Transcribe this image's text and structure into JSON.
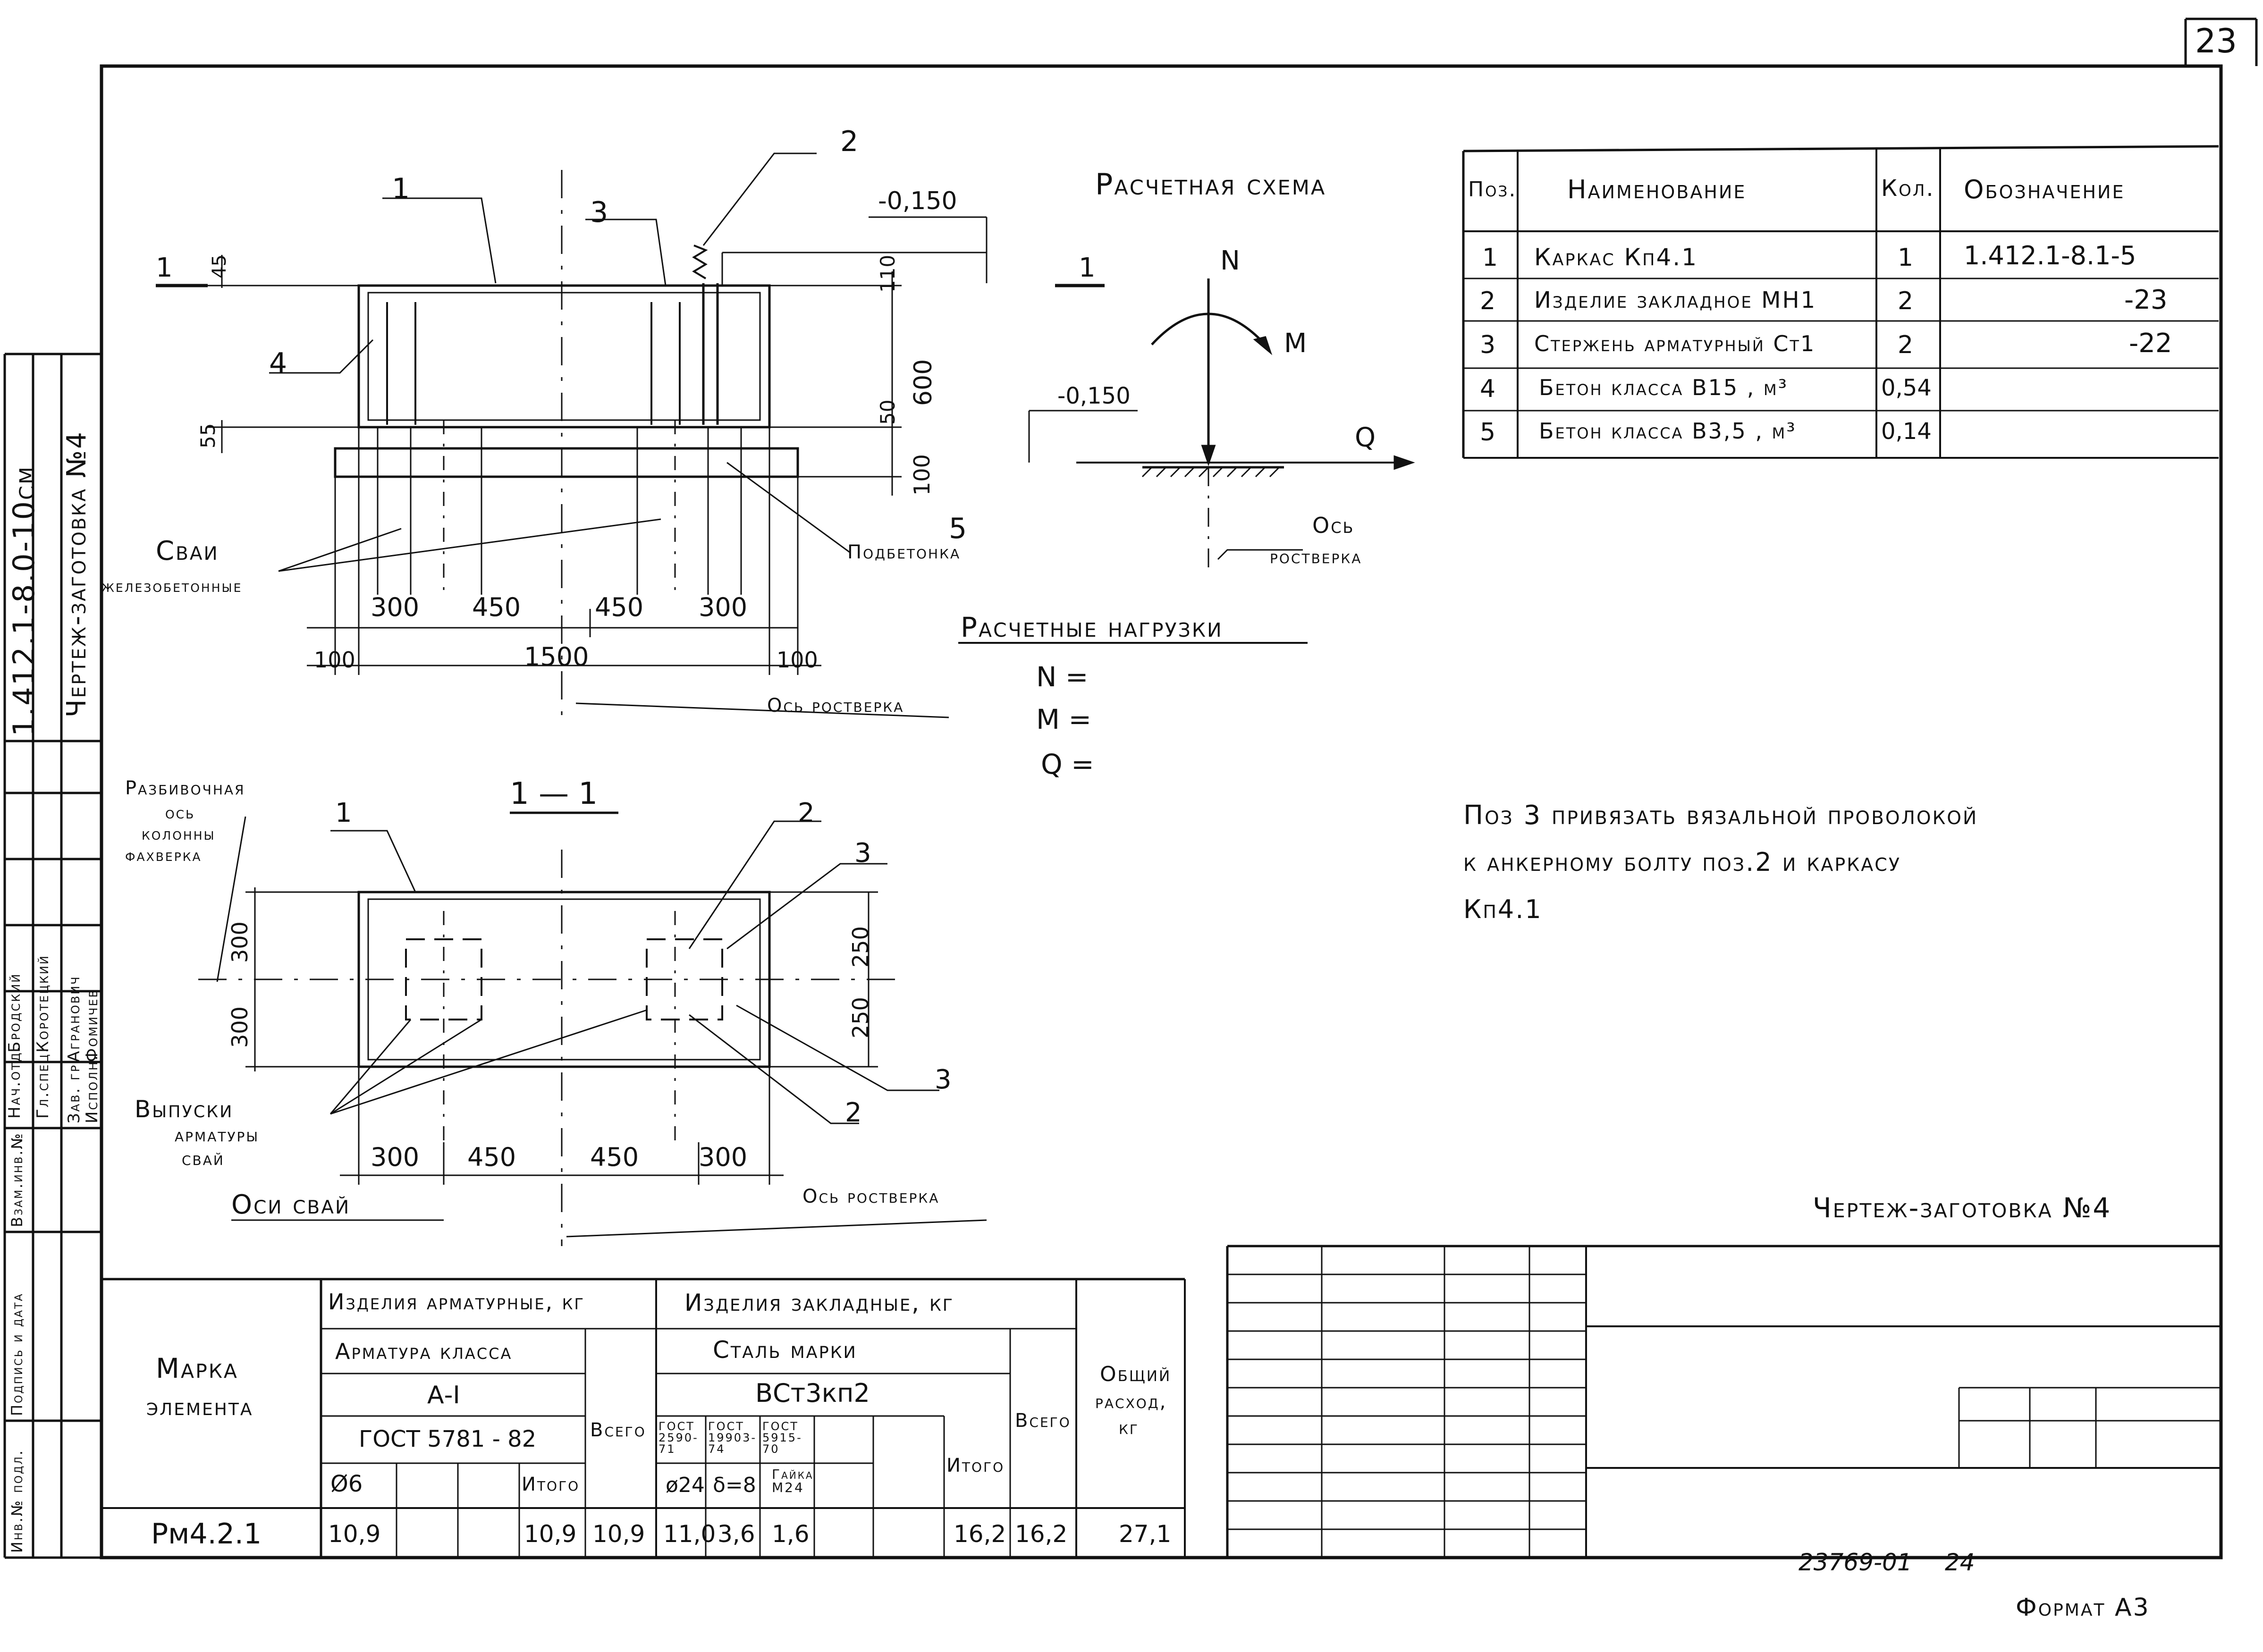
{
  "sheet_number": "23",
  "drawing_code": "1.412.1-8.0-10см",
  "drawing_title": "Чертеж-заготовка №4",
  "drawing_title_bottom": "Чертеж-заготовка №4",
  "inventory_number": "23769-01",
  "inventory_page": "24",
  "format": "Формат А3",
  "stamp_roles": [
    "Нач.отд.",
    "Гл.спец.",
    "Зав. гр.",
    "Исполн."
  ],
  "stamp_names": [
    "Бродский",
    "Коротецкий",
    "Агранович",
    "Фомичев"
  ],
  "side_columns": [
    "Инв.№ подл.",
    "Подпись и дата",
    "Взам.инв.№"
  ],
  "elevation": {
    "callouts": [
      "1",
      "2",
      "3",
      "4",
      "5"
    ],
    "section_mark": "1",
    "level": "-0,150",
    "dims_vertical": [
      "45",
      "110",
      "600",
      "50",
      "55",
      "100"
    ],
    "dims_horizontal": [
      "300",
      "450",
      "450",
      "300"
    ],
    "total_width": "1500",
    "edge_offsets": [
      "100",
      "100"
    ],
    "piles_label": "Сваи",
    "piles_sublabel": "железобетонные",
    "underlay_label": "Подбетонка",
    "axis_label": "Ось ростверка"
  },
  "scheme": {
    "title": "Расчетная схема",
    "N": "N",
    "M": "M",
    "Q": "Q",
    "level": "-0,150",
    "axis_label_1": "Ось",
    "axis_label_2": "ростверка"
  },
  "loads": {
    "title": "Расчетные нагрузки",
    "lines": [
      "N =",
      "M =",
      "Q ="
    ]
  },
  "section": {
    "title": "1 — 1",
    "callouts": [
      "1",
      "2",
      "3",
      "3",
      "2"
    ],
    "layout_axis_1": "Разбивочная",
    "layout_axis_2": "ось",
    "layout_axis_3": "колонны",
    "layout_axis_4": "фахверка",
    "dims_left": [
      "300",
      "300"
    ],
    "dims_right": [
      "250",
      "250"
    ],
    "dims_bottom": [
      "300",
      "450",
      "450",
      "300"
    ],
    "outlets_1": "Выпуски",
    "outlets_2": "арматуры",
    "outlets_3": "свай",
    "pile_axes": "Оси свай",
    "axis_label": "Ось ростверка"
  },
  "spec_table": {
    "headers": [
      "Поз.",
      "Наименование",
      "Кол.",
      "Обозначение"
    ],
    "rows": [
      [
        "1",
        "Каркас Кп4.1",
        "1",
        "1.412.1-8.1-5"
      ],
      [
        "2",
        "Изделие закладное МН1",
        "2",
        "-23"
      ],
      [
        "3",
        "Стержень арматурный Ст1",
        "2",
        "-22"
      ],
      [
        "4",
        "Бетон класса В15 , м³",
        "0,54",
        ""
      ],
      [
        "5",
        "Бетон класса В3,5 , м³",
        "0,14",
        ""
      ]
    ]
  },
  "note": {
    "line1": "Поз 3 привязать вязальной проволокой",
    "line2": "к анкерному болту поз.2 и каркасу",
    "line3": "Кп4.1"
  },
  "materials_table": {
    "mark_header_1": "Марка",
    "mark_header_2": "элемента",
    "rebar_group": "Изделия арматурные, кг",
    "rebar_class": "Арматура класса",
    "rebar_grade": "А-I",
    "rebar_gost": "ГОСТ 5781 - 82",
    "rebar_diam": "Ø6",
    "rebar_itogo": "Итого",
    "rebar_total": "Всего",
    "embed_group": "Изделия закладные, кг",
    "steel_grade_label": "Сталь марки",
    "steel_grade": "ВСт3кп2",
    "gost_1": "ГОСТ 2590-71",
    "gost_2": "ГОСТ 19903-74",
    "gost_3": "ГОСТ 5915-70",
    "sub_1": "ø24",
    "sub_2": "δ=8",
    "sub_3": "Гайка М24",
    "embed_itogo": "Итого",
    "embed_total": "Всего",
    "overall_1": "Общий",
    "overall_2": "расход,",
    "overall_3": "кг",
    "row": {
      "mark": "Рм4.2.1",
      "d6": "10,9",
      "rebar_itogo": "10,9",
      "rebar_total": "10,9",
      "v24": "11,0",
      "v8": "3,6",
      "vnut": "1,6",
      "embed_itogo": "16,2",
      "embed_total": "16,2",
      "overall": "27,1"
    }
  }
}
